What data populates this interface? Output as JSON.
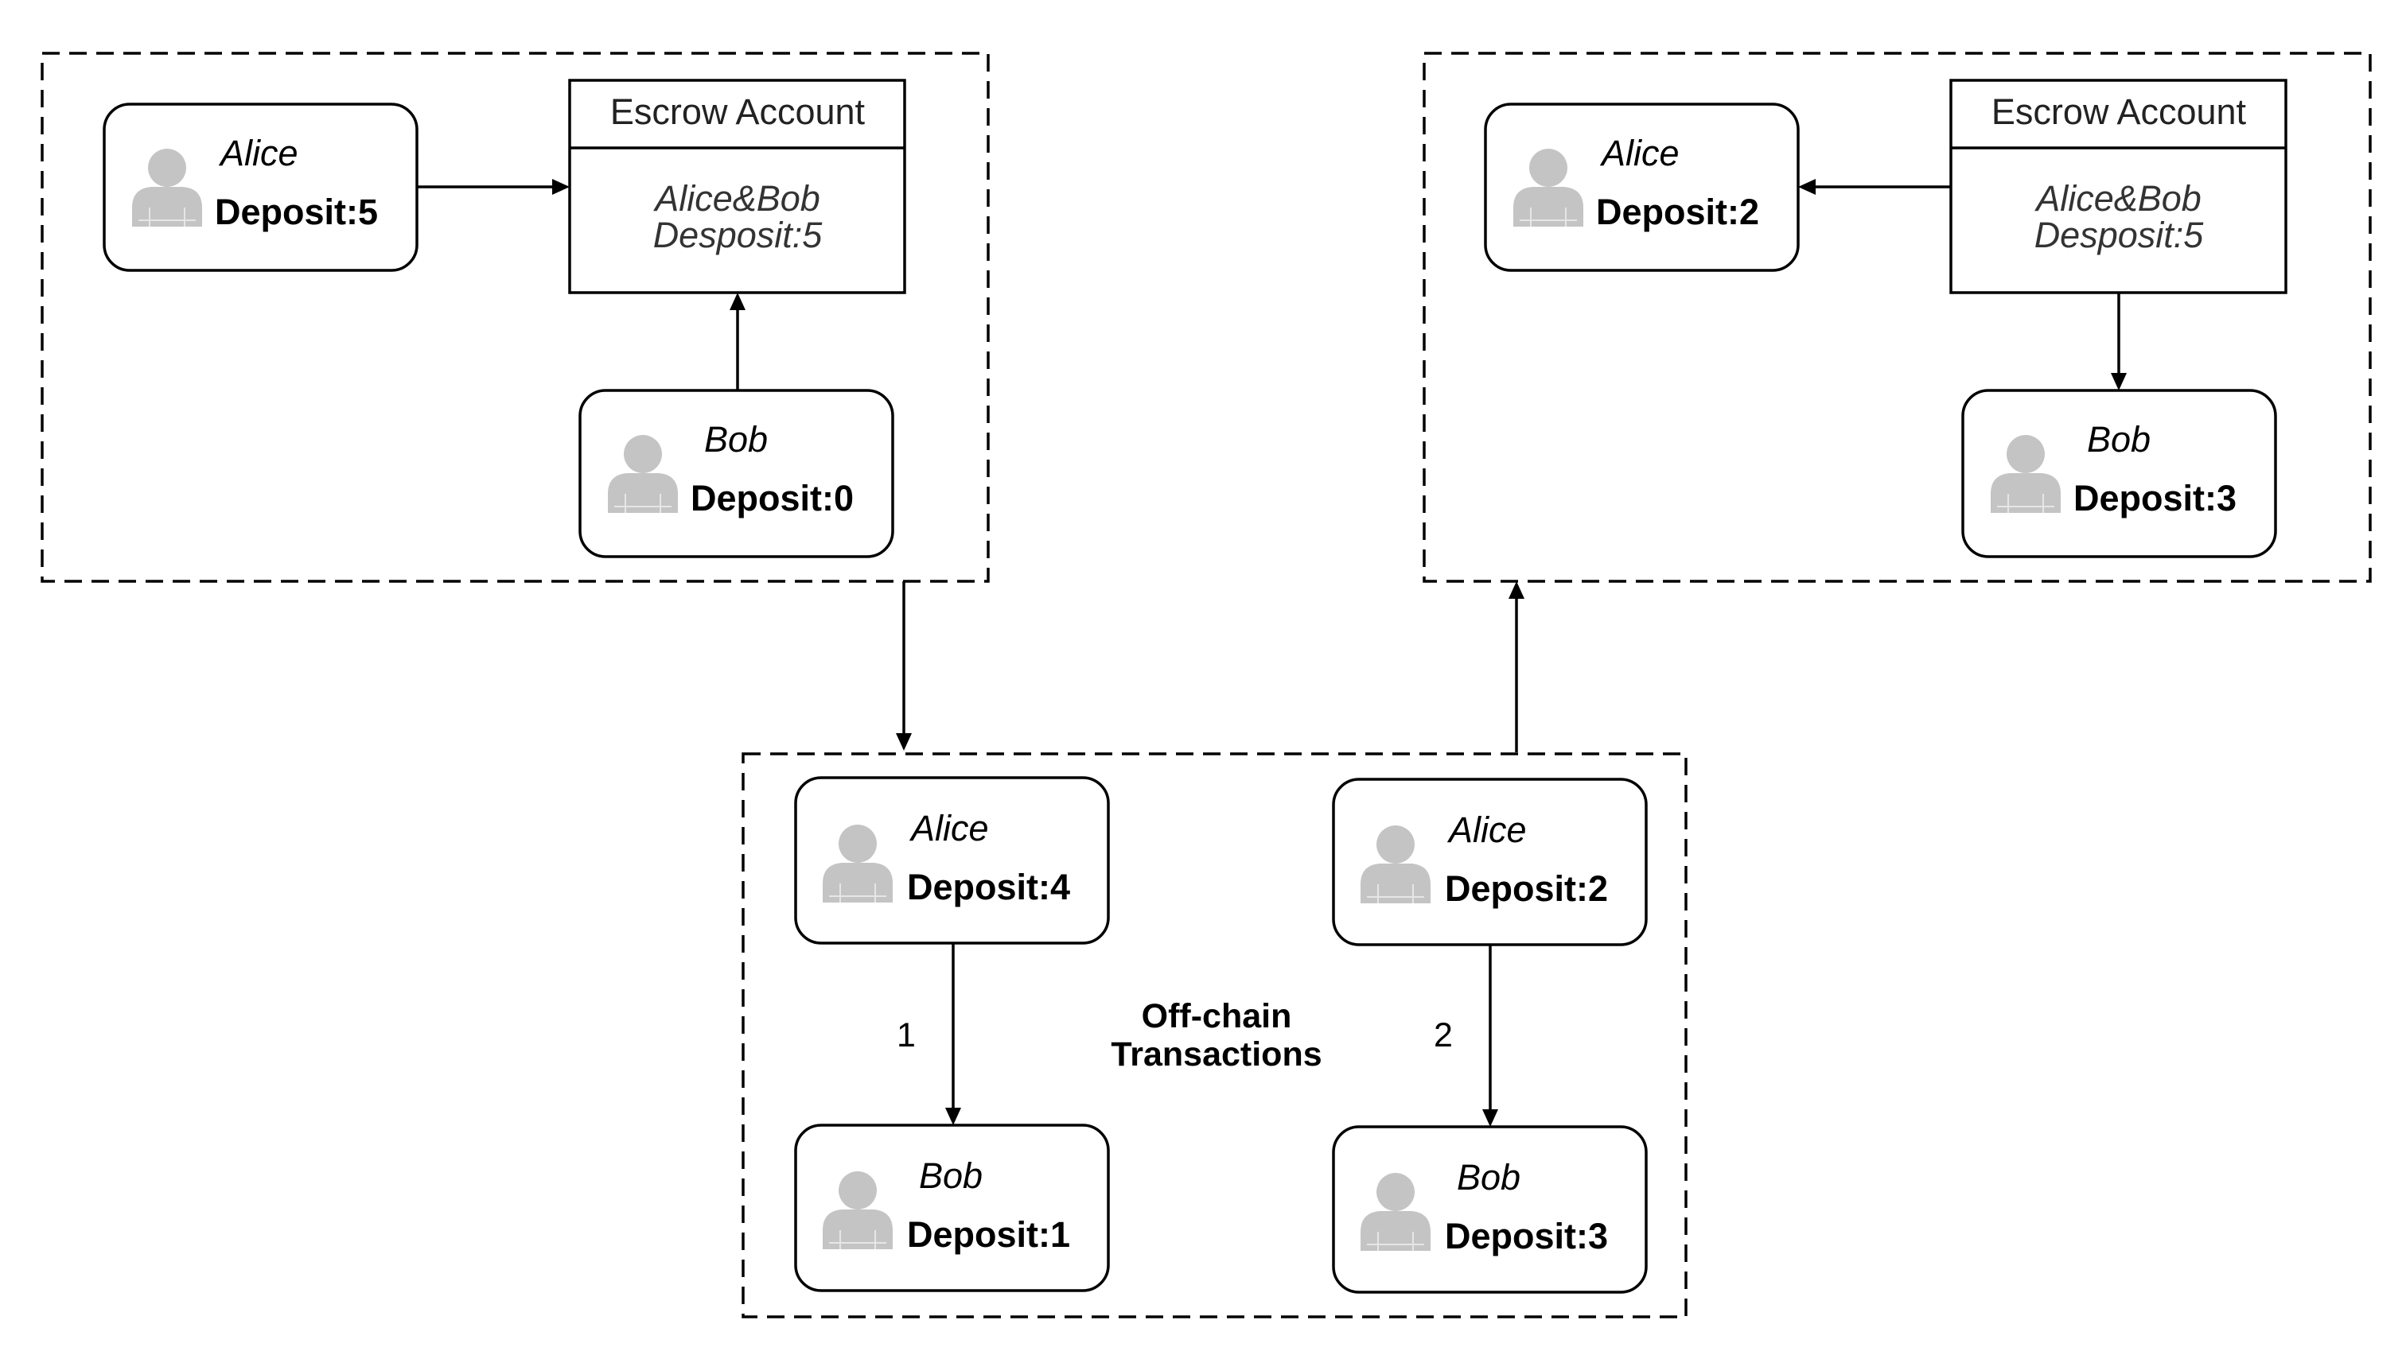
{
  "escrow": {
    "title": "Escrow Account",
    "parties": "Alice&Bob",
    "deposit": "Desposit:5"
  },
  "initial_state": {
    "alice": {
      "name": "Alice",
      "deposit": "Deposit:5"
    },
    "bob": {
      "name": "Bob",
      "deposit": "Deposit:0"
    }
  },
  "final_state": {
    "alice": {
      "name": "Alice",
      "deposit": "Deposit:2"
    },
    "bob": {
      "name": "Bob",
      "deposit": "Deposit:3"
    }
  },
  "offchain": {
    "label_line1": "Off-chain",
    "label_line2": "Transactions",
    "tx1": {
      "step": "1",
      "alice": {
        "name": "Alice",
        "deposit": "Deposit:4"
      },
      "bob": {
        "name": "Bob",
        "deposit": "Deposit:1"
      }
    },
    "tx2": {
      "step": "2",
      "alice": {
        "name": "Alice",
        "deposit": "Deposit:2"
      },
      "bob": {
        "name": "Bob",
        "deposit": "Deposit:3"
      }
    }
  },
  "icons": {
    "person": "person-silhouette-icon"
  },
  "colors": {
    "icon_fill": "#c4c4c4",
    "line": "#000000",
    "background": "#ffffff"
  }
}
